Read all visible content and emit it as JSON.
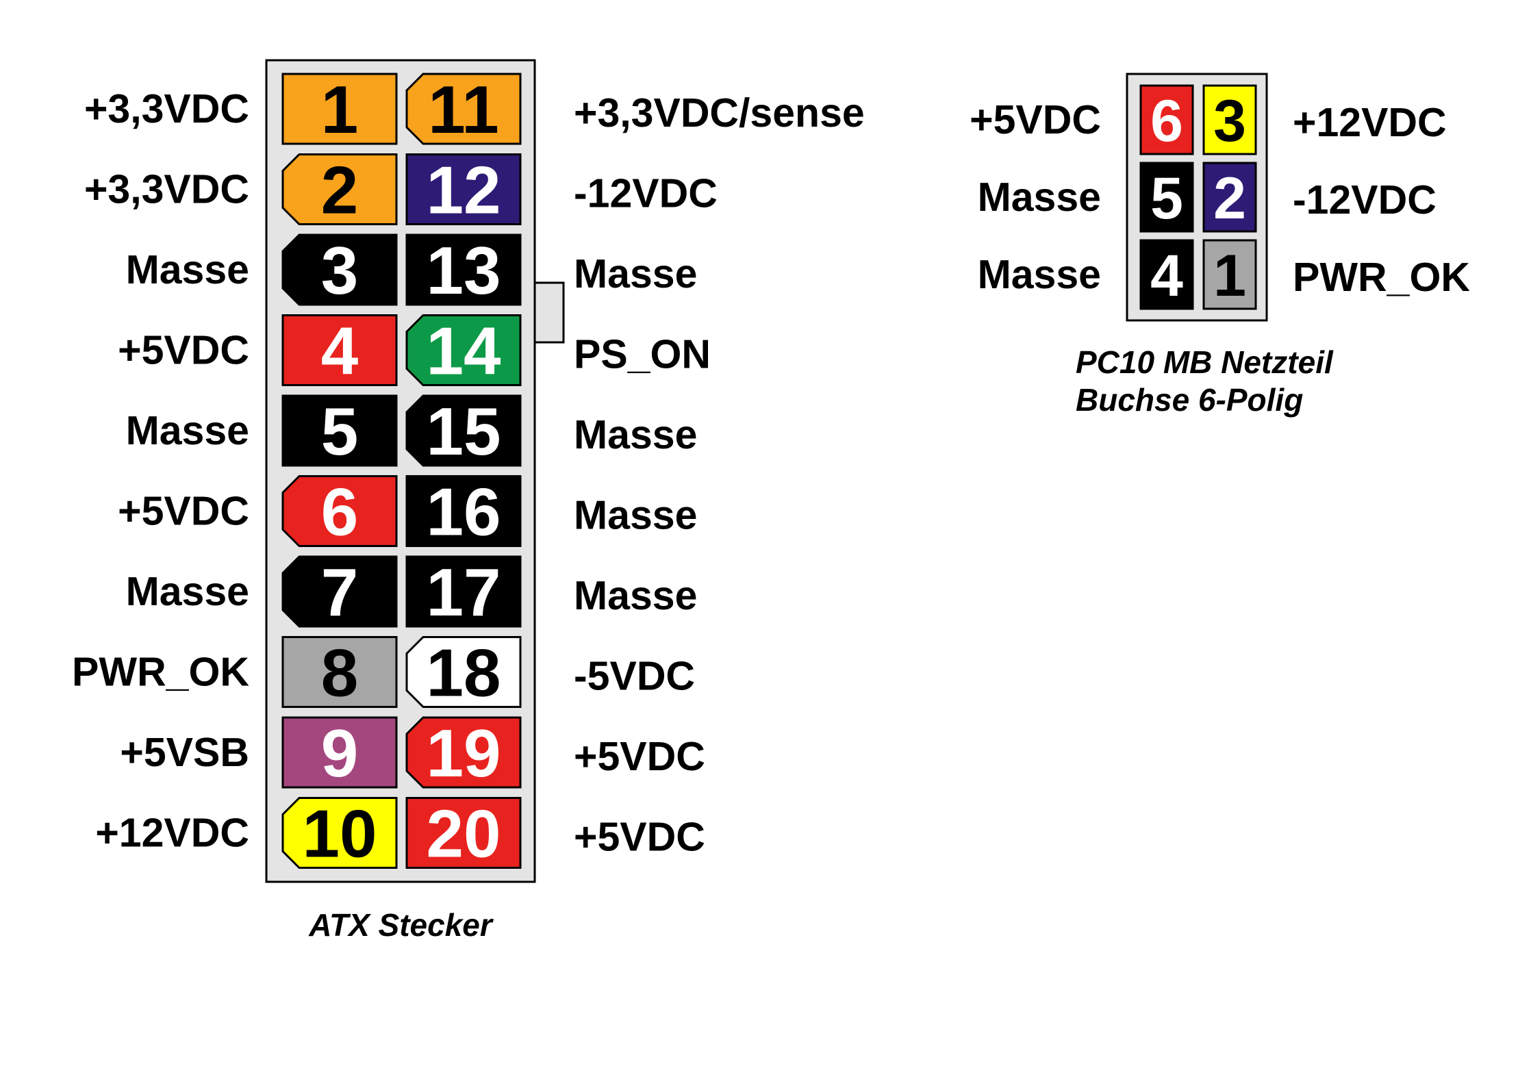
{
  "atx": {
    "caption": "ATX Stecker",
    "left_pins": [
      {
        "number": "1",
        "label": "+3,3VDC",
        "color": "#F9A21B",
        "text_color": "#000000",
        "chamfer": "none"
      },
      {
        "number": "2",
        "label": "+3,3VDC",
        "color": "#F9A21B",
        "text_color": "#000000",
        "chamfer": "left"
      },
      {
        "number": "3",
        "label": "Masse",
        "color": "#000000",
        "text_color": "#ffffff",
        "chamfer": "left"
      },
      {
        "number": "4",
        "label": "+5VDC",
        "color": "#E8231F",
        "text_color": "#ffffff",
        "chamfer": "none"
      },
      {
        "number": "5",
        "label": "Masse",
        "color": "#000000",
        "text_color": "#ffffff",
        "chamfer": "none"
      },
      {
        "number": "6",
        "label": "+5VDC",
        "color": "#E8231F",
        "text_color": "#ffffff",
        "chamfer": "left"
      },
      {
        "number": "7",
        "label": "Masse",
        "color": "#000000",
        "text_color": "#ffffff",
        "chamfer": "left"
      },
      {
        "number": "8",
        "label": "PWR_OK",
        "color": "#A6A6A6",
        "text_color": "#000000",
        "chamfer": "none"
      },
      {
        "number": "9",
        "label": "+5VSB",
        "color": "#A5477F",
        "text_color": "#ffffff",
        "chamfer": "none"
      },
      {
        "number": "10",
        "label": "+12VDC",
        "color": "#FFFF00",
        "text_color": "#000000",
        "chamfer": "left"
      }
    ],
    "right_pins": [
      {
        "number": "11",
        "label": "+3,3VDC/sense",
        "color": "#F9A21B",
        "text_color": "#000000",
        "chamfer": "left"
      },
      {
        "number": "12",
        "label": "-12VDC",
        "color": "#2D1B76",
        "text_color": "#ffffff",
        "chamfer": "none"
      },
      {
        "number": "13",
        "label": "Masse",
        "color": "#000000",
        "text_color": "#ffffff",
        "chamfer": "none"
      },
      {
        "number": "14",
        "label": "PS_ON",
        "color": "#0D9A48",
        "text_color": "#ffffff",
        "chamfer": "left"
      },
      {
        "number": "15",
        "label": "Masse",
        "color": "#000000",
        "text_color": "#ffffff",
        "chamfer": "left"
      },
      {
        "number": "16",
        "label": "Masse",
        "color": "#000000",
        "text_color": "#ffffff",
        "chamfer": "none"
      },
      {
        "number": "17",
        "label": "Masse",
        "color": "#000000",
        "text_color": "#ffffff",
        "chamfer": "none"
      },
      {
        "number": "18",
        "label": "-5VDC",
        "color": "#ffffff",
        "text_color": "#000000",
        "chamfer": "left"
      },
      {
        "number": "19",
        "label": "+5VDC",
        "color": "#E8231F",
        "text_color": "#ffffff",
        "chamfer": "left"
      },
      {
        "number": "20",
        "label": "+5VDC",
        "color": "#E8231F",
        "text_color": "#ffffff",
        "chamfer": "none"
      }
    ]
  },
  "pc10": {
    "caption_line1": "PC10 MB Netzteil",
    "caption_line2": "Buchse 6-Polig",
    "left_pins": [
      {
        "number": "6",
        "label": "+5VDC",
        "color": "#E8231F",
        "text_color": "#ffffff"
      },
      {
        "number": "5",
        "label": "Masse",
        "color": "#000000",
        "text_color": "#ffffff"
      },
      {
        "number": "4",
        "label": "Masse",
        "color": "#000000",
        "text_color": "#ffffff"
      }
    ],
    "right_pins": [
      {
        "number": "3",
        "label": "+12VDC",
        "color": "#FFFF00",
        "text_color": "#000000"
      },
      {
        "number": "2",
        "label": "-12VDC",
        "color": "#2D1B76",
        "text_color": "#ffffff"
      },
      {
        "number": "1",
        "label": "PWR_OK",
        "color": "#A6A6A6",
        "text_color": "#000000"
      }
    ]
  },
  "colors": {
    "housing": "#E4E4E4",
    "outline": "#000000"
  }
}
